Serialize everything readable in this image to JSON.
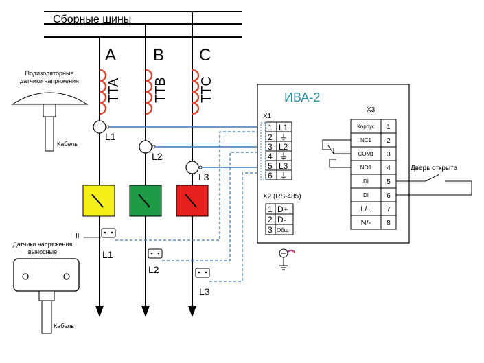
{
  "busbar": {
    "label": "Сборные шины"
  },
  "phases": [
    "A",
    "B",
    "C"
  ],
  "current_transformers": [
    "TTA",
    "TTB",
    "TTC"
  ],
  "ct_line_labels": [
    "L1",
    "L2",
    "L3"
  ],
  "sensor_line_labels": [
    "L1",
    "L2",
    "L3"
  ],
  "bus_insulator": {
    "title_line1": "Подизоляторные",
    "title_line2": "датчики напряжения",
    "cable_label": "Кабель"
  },
  "remote_sensor": {
    "mark": "II",
    "title_line1": "Датчики напряжения",
    "title_line2": "выносные",
    "cable_label": "Кабель"
  },
  "device": {
    "title": "ИВА-2",
    "x1": {
      "label": "X1",
      "terminals": [
        {
          "num": "1",
          "name": "L1"
        },
        {
          "num": "2",
          "name": "⏚"
        },
        {
          "num": "3",
          "name": "L2"
        },
        {
          "num": "4",
          "name": "⏚"
        },
        {
          "num": "5",
          "name": "L3"
        },
        {
          "num": "6",
          "name": "⏚"
        }
      ]
    },
    "x2": {
      "label": "X2 (RS-485)",
      "terminals": [
        {
          "num": "1",
          "name": "D+"
        },
        {
          "num": "2",
          "name": "D-"
        },
        {
          "num": "3",
          "name": "Общ"
        }
      ]
    },
    "x3": {
      "label": "X3",
      "terminals": [
        {
          "name": "Корпус",
          "num": "1"
        },
        {
          "name": "NC1",
          "num": "2"
        },
        {
          "name": "COM1",
          "num": "3"
        },
        {
          "name": "NO1",
          "num": "4"
        },
        {
          "name": "DI",
          "num": "5"
        },
        {
          "name": "DI",
          "num": "6"
        },
        {
          "name": "L/+",
          "num": "7"
        },
        {
          "name": "N/-",
          "num": "8"
        }
      ]
    },
    "door_label": "Дверь открыта"
  },
  "colors": {
    "phase_a": "#f4ef1a",
    "phase_b": "#1f9a46",
    "phase_c": "#e8201e",
    "ct_coil": "#d8452a",
    "wire_blue": "#3a78b8",
    "device_title": "#2a8fa0"
  }
}
